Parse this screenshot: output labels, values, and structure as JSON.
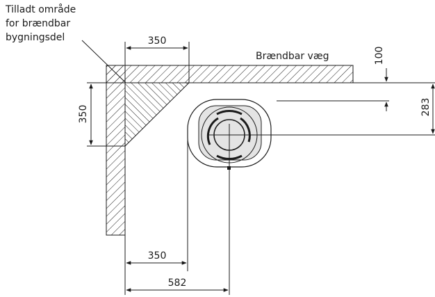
{
  "labels": {
    "allowed_area_line1": "Tilladt område",
    "allowed_area_line2": "for brændbar",
    "allowed_area_line3": "bygningsdel",
    "combustible_wall": "Brændbar væg"
  },
  "dimensions": {
    "top_width": "350",
    "left_height": "350",
    "wall_offset_top": "100",
    "wall_offset_right": "283",
    "bottom_inner": "350",
    "bottom_outer": "582"
  }
}
